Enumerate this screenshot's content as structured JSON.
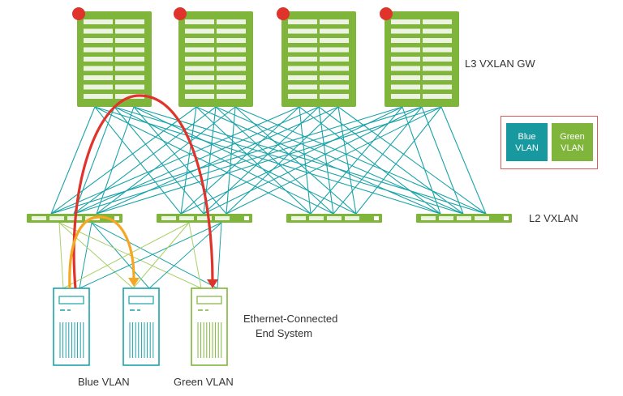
{
  "labels": {
    "l3_gw": "L3 VXLAN GW",
    "l2_vxlan": "L2 VXLAN",
    "end_system_line1": "Ethernet-Connected",
    "end_system_line2": "End System",
    "blue_vlan": "Blue VLAN",
    "green_vlan": "Green VLAN"
  },
  "legend": {
    "blue": "Blue\nVLAN",
    "green": "Green\nVLAN"
  },
  "colors": {
    "green": "#7fb53b",
    "green_light": "#a9d06a",
    "teal": "#1aa3a8",
    "red": "#e0332b",
    "orange": "#f5a623",
    "legend_border": "#e05a5a",
    "text": "#333333"
  },
  "icons": {
    "spine": "green-chassis-switch-icon",
    "leaf": "green-rack-switch-icon",
    "server": "tower-server-icon",
    "status": "red-status-dot-icon"
  }
}
